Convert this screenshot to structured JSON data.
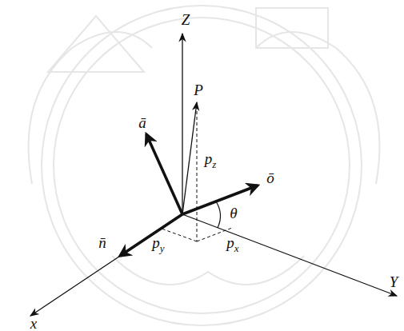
{
  "diagram": {
    "labels": [
      "Z",
      "ā",
      "P",
      "pz",
      "ō",
      "θ",
      "n̄",
      "py",
      "px",
      "Y",
      "x"
    ]
  }
}
